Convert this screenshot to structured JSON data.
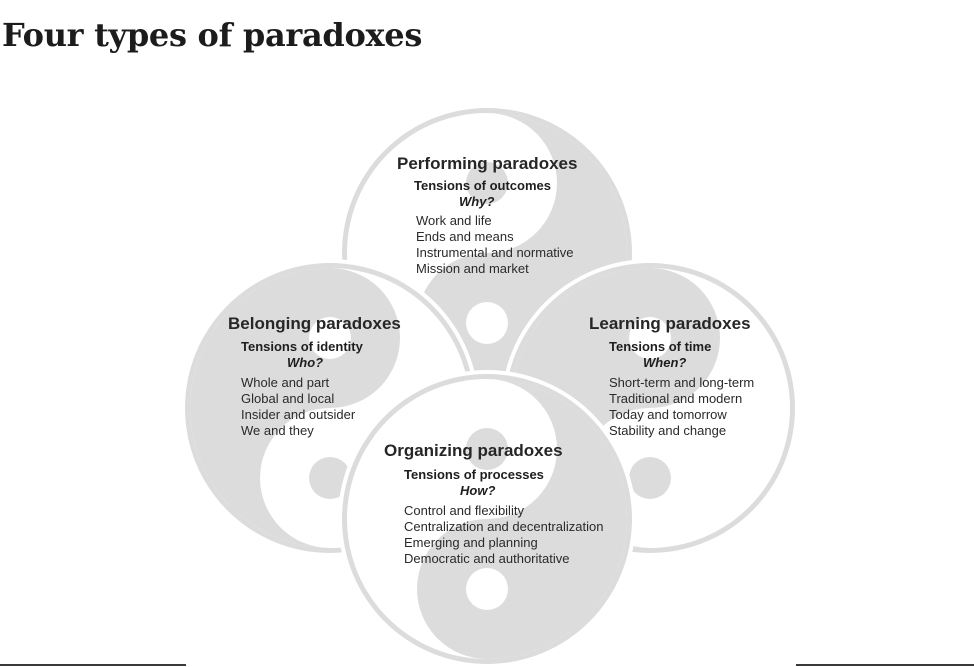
{
  "title": "Four types of paradoxes",
  "colors": {
    "symbol_fill": "#dcdcdc",
    "symbol_edge": "#ffffff",
    "heading": "#262626"
  },
  "icon": "yin-yang-icon",
  "paradoxes": {
    "performing": {
      "heading": "Performing paradoxes",
      "tension": "Tensions of outcomes",
      "question": "Why?",
      "items": [
        "Work and life",
        "Ends and means",
        "Instrumental and normative",
        "Mission and market"
      ]
    },
    "belonging": {
      "heading": "Belonging paradoxes",
      "tension": "Tensions of identity",
      "question": "Who?",
      "items": [
        "Whole and part",
        "Global and local",
        "Insider and outsider",
        "We and they"
      ]
    },
    "learning": {
      "heading": "Learning paradoxes",
      "tension": "Tensions of time",
      "question": "When?",
      "items": [
        "Short-term and long-term",
        "Traditional and modern",
        "Today and tomorrow",
        "Stability and change"
      ]
    },
    "organizing": {
      "heading": "Organizing paradoxes",
      "tension": "Tensions of processes",
      "question": "How?",
      "items": [
        "Control and flexibility",
        "Centralization and decentralization",
        "Emerging and planning",
        "Democratic and authoritative"
      ]
    }
  }
}
